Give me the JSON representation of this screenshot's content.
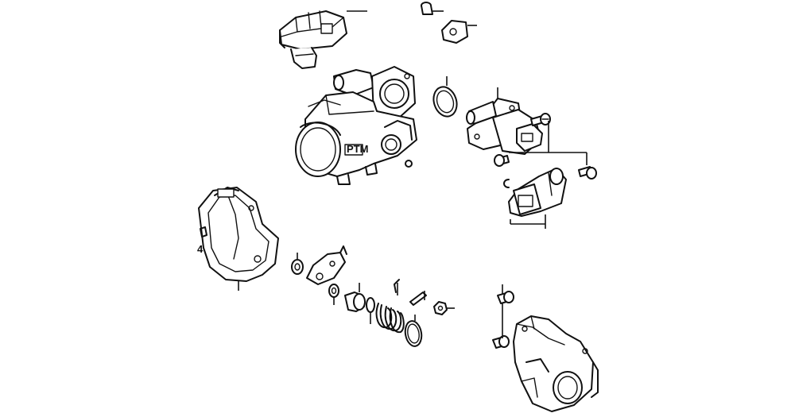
{
  "diagram": {
    "callout_labels": [
      {
        "id": "4",
        "text": "4"
      }
    ],
    "body_casting_marking": "PTM"
  }
}
